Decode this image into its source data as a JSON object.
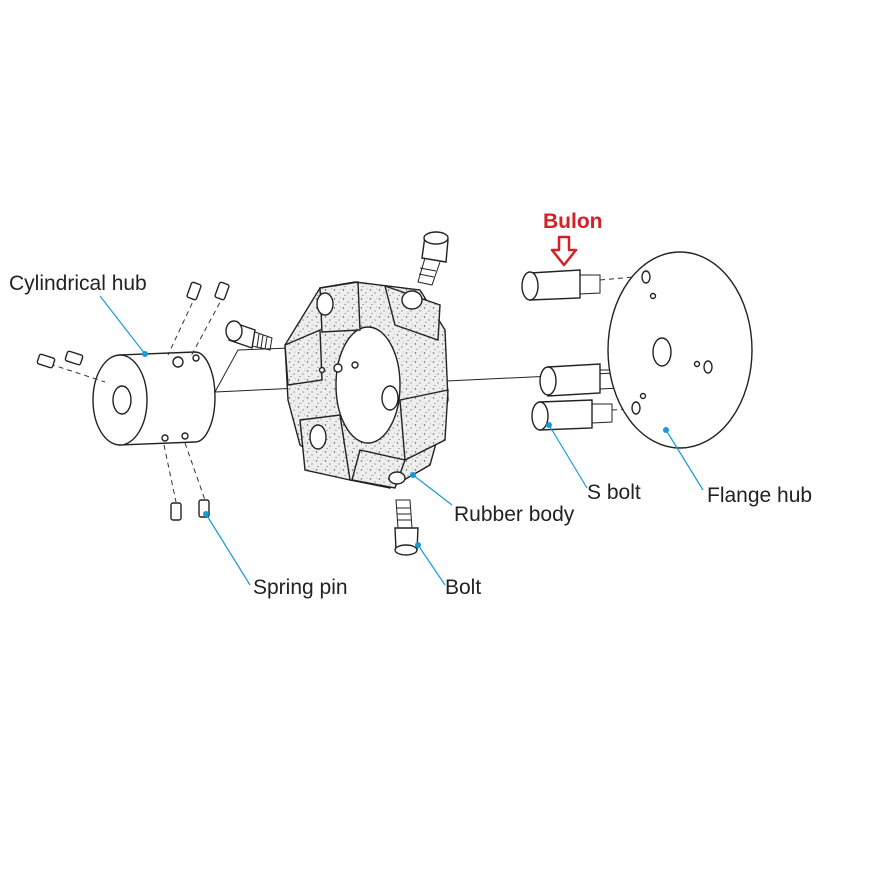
{
  "labels": {
    "cylindrical_hub": "Cylindrical hub",
    "rubber_body": "Rubber body",
    "spring_pin": "Spring pin",
    "bolt": "Bolt",
    "s_bolt": "S bolt",
    "flange_hub": "Flange hub"
  },
  "annotation": {
    "text": "Bulon",
    "color": "#d42027"
  },
  "colors": {
    "leader": "#1a9ad6",
    "line": "#222222",
    "rubber_fill": "#eeeeee"
  }
}
